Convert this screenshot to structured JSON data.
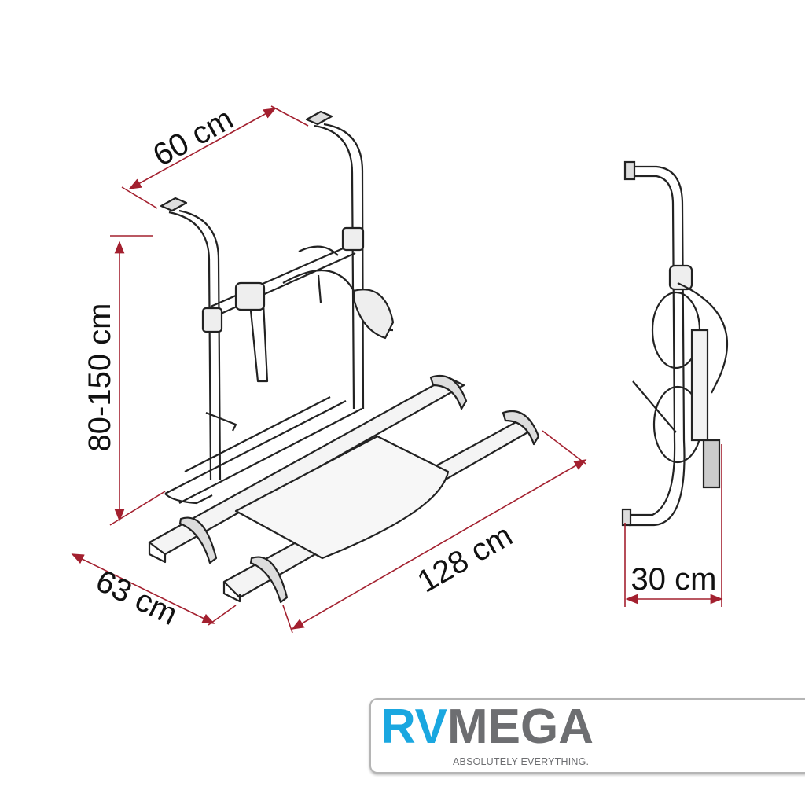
{
  "dimensions": {
    "width_top": "60 cm",
    "height": "80-150 cm",
    "depth": "63 cm",
    "length": "128 cm",
    "side_depth": "30 cm"
  },
  "colors": {
    "dimension_line": "#a3202f",
    "logo_blue": "#1aa7e0",
    "logo_gray": "#6d6e71"
  },
  "logo": {
    "part1": "RV",
    "part2": "MEGA",
    "tagline": "ABSOLUTELY EVERYTHING."
  }
}
